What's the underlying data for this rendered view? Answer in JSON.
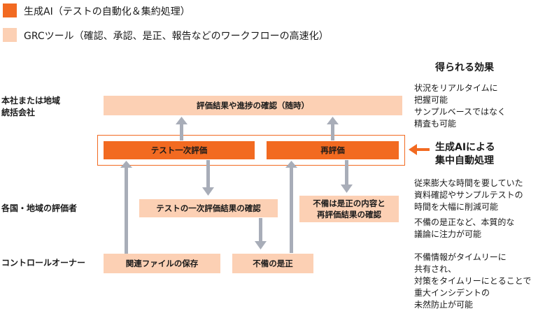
{
  "legend": {
    "items": [
      {
        "label": "生成AI（テストの自動化＆集約処理）",
        "color": "#f26a21"
      },
      {
        "label": "GRCツール（確認、承認、是正、報告などのワークフローの高速化）",
        "color": "#fcd0b4"
      }
    ]
  },
  "rows": {
    "hq": [
      "本社または地域",
      "統括会社"
    ],
    "evaluators": "各国・地域の評価者",
    "owners": "コントロールオーナー"
  },
  "boxes": {
    "confirm_progress": "評価結果や進捗の確認（随時）",
    "first_test": "テスト一次評価",
    "reevaluation": "再評価",
    "confirm_first": "テストの一次評価結果の確認",
    "deficiency_confirm": [
      "不備は是正の内容と",
      "再評価結果の確認"
    ],
    "file_save": "関連ファイルの保存",
    "deficiency_fix": "不備の是正"
  },
  "ai_label": [
    "生成AIによる",
    "集中自動処理"
  ],
  "effects": {
    "heading": "得られる効果",
    "hq": [
      "状況をリアルタイムに",
      "把握可能",
      "サンプルベースではなく",
      "精査も可能"
    ],
    "evaluators_1": [
      "従来膨大な時間を要していた",
      "資料確認やサンプルテストの",
      "時間を大幅に削減可能"
    ],
    "evaluators_2": [
      "不備の是正など、本質的な",
      "議論に注力が可能"
    ],
    "owners": [
      "不備情報がタイムリーに",
      "共有され、",
      "対策をタイムリーにとることで",
      "重大インシデントの",
      "未然防止が可能"
    ]
  },
  "colors": {
    "orange": "#f26a21",
    "peach": "#fcd0b4",
    "arrow": "#a8adb8"
  }
}
